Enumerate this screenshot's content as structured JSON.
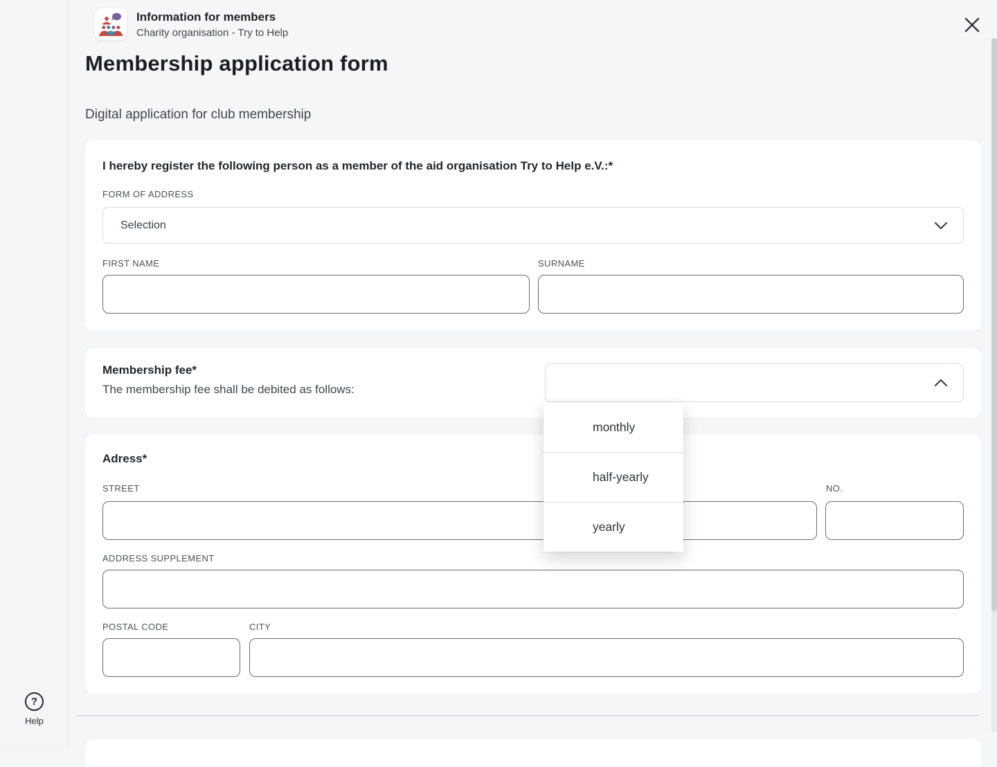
{
  "colors": {
    "brand_red": "#cf4542",
    "brand_teal": "#2e8ba1",
    "brand_purple": "#7d5f9e",
    "page_bg": "#f5f6f8",
    "card_bg": "#ffffff",
    "input_border": "#646c74",
    "select_border": "#d7dadd"
  },
  "header": {
    "title": "Information for members",
    "subtitle": "Charity organisation - Try to Help"
  },
  "page": {
    "title": "Membership application form",
    "subtitle": "Digital application for club membership"
  },
  "register_section": {
    "title": "I hereby register the following person as a member of the aid organisation Try to Help e.V.:*",
    "form_of_address": {
      "label": "FORM OF ADDRESS",
      "value": "Selection"
    },
    "first_name": {
      "label": "FIRST NAME",
      "value": ""
    },
    "surname": {
      "label": "SURNAME",
      "value": ""
    }
  },
  "fee_section": {
    "title": "Membership fee*",
    "description": "The membership fee shall be debited as follows:",
    "select_value": "",
    "options": [
      "monthly",
      "half-yearly",
      "yearly"
    ]
  },
  "address_section": {
    "title": "Adress*",
    "street": {
      "label": "STREET",
      "value": ""
    },
    "no": {
      "label": "NO.",
      "value": ""
    },
    "supplement": {
      "label": "ADDRESS SUPPLEMENT",
      "value": ""
    },
    "postal_code": {
      "label": "POSTAL CODE",
      "value": ""
    },
    "city": {
      "label": "CITY",
      "value": ""
    }
  },
  "help": {
    "label": "Help",
    "glyph": "?"
  }
}
